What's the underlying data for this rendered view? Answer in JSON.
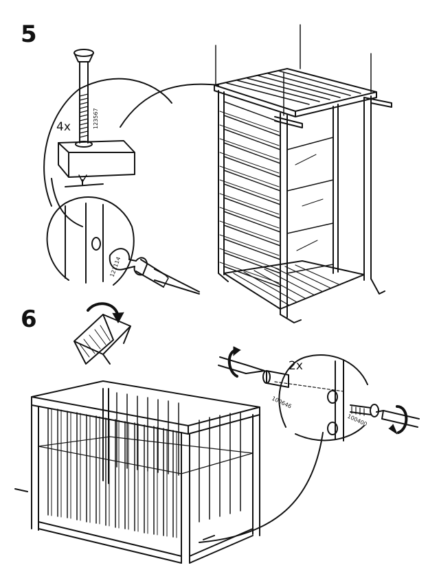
{
  "steps": [
    {
      "number": "5",
      "callouts": [
        {
          "kind": "quantity",
          "text": "4x"
        },
        {
          "kind": "part-number",
          "text": "123567"
        },
        {
          "kind": "part-number",
          "text": "121114"
        }
      ]
    },
    {
      "number": "6",
      "callouts": [
        {
          "kind": "quantity",
          "text": "2x"
        },
        {
          "kind": "part-number",
          "text": "100646"
        },
        {
          "kind": "part-number",
          "text": "100400"
        }
      ]
    }
  ],
  "icons": [
    "bolt-icon",
    "screwdriver-icon",
    "rotate-arrow-icon",
    "dowel-icon",
    "cam-screw-icon"
  ]
}
